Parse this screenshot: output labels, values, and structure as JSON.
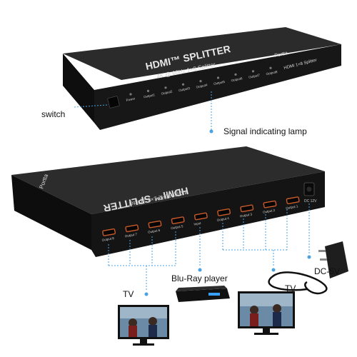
{
  "top_unit": {
    "title": "HDMI™ SPLITTER",
    "subtitle": "4K @ 60Hz 1×8 Splitter",
    "brand": "Portta",
    "model": "HDMI 1×8 Splitter",
    "panel_labels": [
      "Power",
      "Output1",
      "Output2",
      "Output3",
      "Output4",
      "Output5",
      "Output6",
      "Output7",
      "Output8"
    ]
  },
  "bottom_unit": {
    "title": "HDMI™ SPLITTER",
    "subtitle": "4K @ 60Hz 1×8 Splitter",
    "brand": "Portta",
    "ports": [
      "Output 8",
      "Output 7",
      "Output 6",
      "Output 5",
      "Input",
      "Output 4",
      "Output 3",
      "Output 2",
      "Output 1"
    ],
    "dc_label": "DC 12V"
  },
  "callouts": {
    "switch": "switch",
    "signal_lamp": "Signal indicating lamp",
    "dc": "DC-5V",
    "tv_left": "TV",
    "tv_right": "TV",
    "bluray": "Blu-Ray player"
  },
  "colors": {
    "body": "#1c1c1c",
    "top_face": "#2a2a2a",
    "guide_line": "#4aa3e0",
    "port": "#c95a2a"
  }
}
